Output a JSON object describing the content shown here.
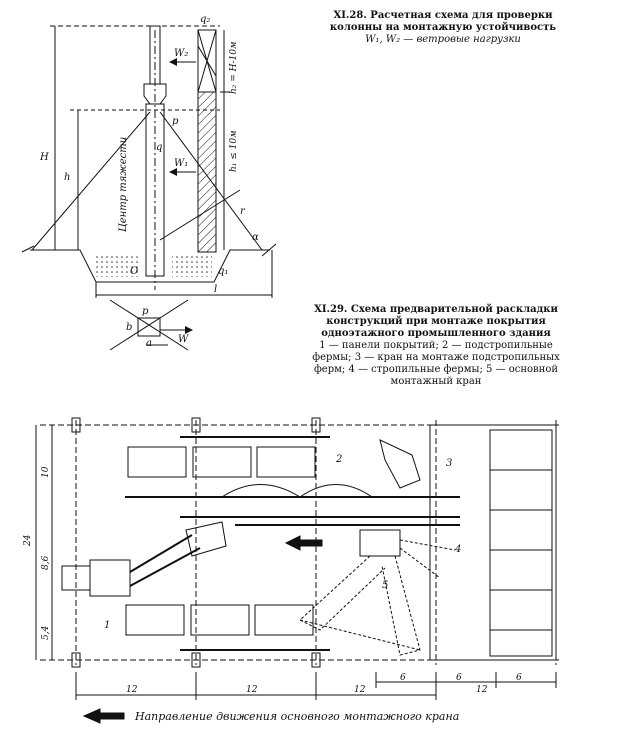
{
  "fig1": {
    "caption_title": "XI.28. Расчетная схема для проверки колонны на монтажную устойчивость",
    "caption_sub": "W₁, W₂ — ветровые нагрузки",
    "labels": {
      "q2": "q₂",
      "W2": "W₂",
      "W1": "W₁",
      "p": "p",
      "q": "q",
      "H": "H",
      "h": "h",
      "h2": "h₂ = H-10м",
      "h1": "h₁ ≤ 10м",
      "center": "Центр тяжести",
      "r": "r",
      "alpha": "α",
      "O": "O",
      "q1": "q₁",
      "l": "l",
      "b": "b",
      "a": "a",
      "W": "W",
      "p_small": "p"
    }
  },
  "fig2": {
    "caption_title": "XI.29. Схема предварительной раскладки конструкций при монтаже покрытия одноэтажного промышленного здания",
    "caption_body": "1 — панели покрытий; 2 — подстропильные фермы; 3 — кран на монтаже подстропильных ферм; 4 — стропильные фермы; 5 — основной монтажный кран",
    "callouts": [
      "1",
      "2",
      "3",
      "4",
      "5"
    ],
    "dims_vertical": [
      "24",
      "10",
      "8,6",
      "5,4"
    ],
    "dims_horizontal": [
      "12",
      "12",
      "12",
      "6",
      "6",
      "12",
      "6"
    ],
    "legend": "Направление движения основного монтажного крана"
  }
}
